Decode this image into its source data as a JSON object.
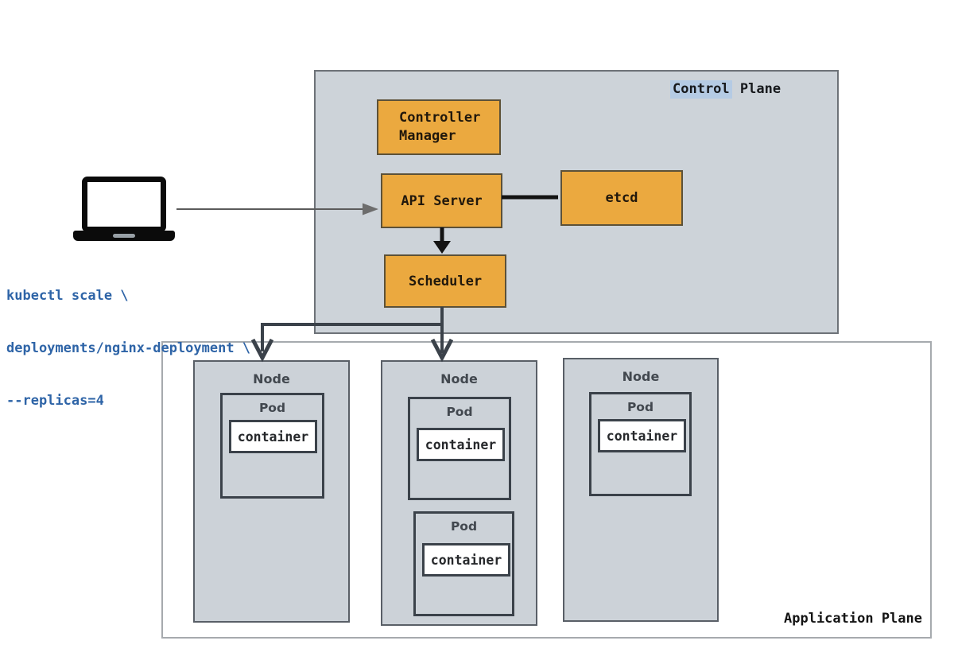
{
  "client": {
    "icon": "laptop-icon",
    "command_lines": [
      "kubectl scale \\",
      "deployments/nginx-deployment \\",
      "--replicas=4"
    ],
    "command_color": "#2e64a7"
  },
  "control_plane": {
    "label_highlight": "Control",
    "label_rest": " Plane",
    "highlight_color": "#b5cbe4",
    "panel_fill": "#cdd3d9",
    "component_fill": "#eba93f",
    "boxes": {
      "controller_manager": "Controller Manager",
      "api_server": "API Server",
      "etcd": "etcd",
      "scheduler": "Scheduler"
    }
  },
  "application_plane": {
    "label": "Application Plane",
    "node_fill": "#ccd2d8",
    "nodes": [
      {
        "label": "Node",
        "pods": [
          {
            "label": "Pod",
            "container": "container"
          }
        ]
      },
      {
        "label": "Node",
        "pods": [
          {
            "label": "Pod",
            "container": "container"
          },
          {
            "label": "Pod",
            "container": "container"
          }
        ]
      },
      {
        "label": "Node",
        "pods": [
          {
            "label": "Pod",
            "container": "container"
          }
        ]
      }
    ]
  },
  "connections": [
    {
      "from": "client",
      "to": "api-server",
      "style": "thin-gray-arrow"
    },
    {
      "from": "api-server",
      "to": "etcd",
      "style": "thick-black-line"
    },
    {
      "from": "api-server",
      "to": "scheduler",
      "style": "thick-black-arrow"
    },
    {
      "from": "scheduler",
      "to": "node-1",
      "style": "dark-elbow-arrow"
    },
    {
      "from": "scheduler",
      "to": "node-2",
      "style": "dark-straight-arrow"
    }
  ]
}
